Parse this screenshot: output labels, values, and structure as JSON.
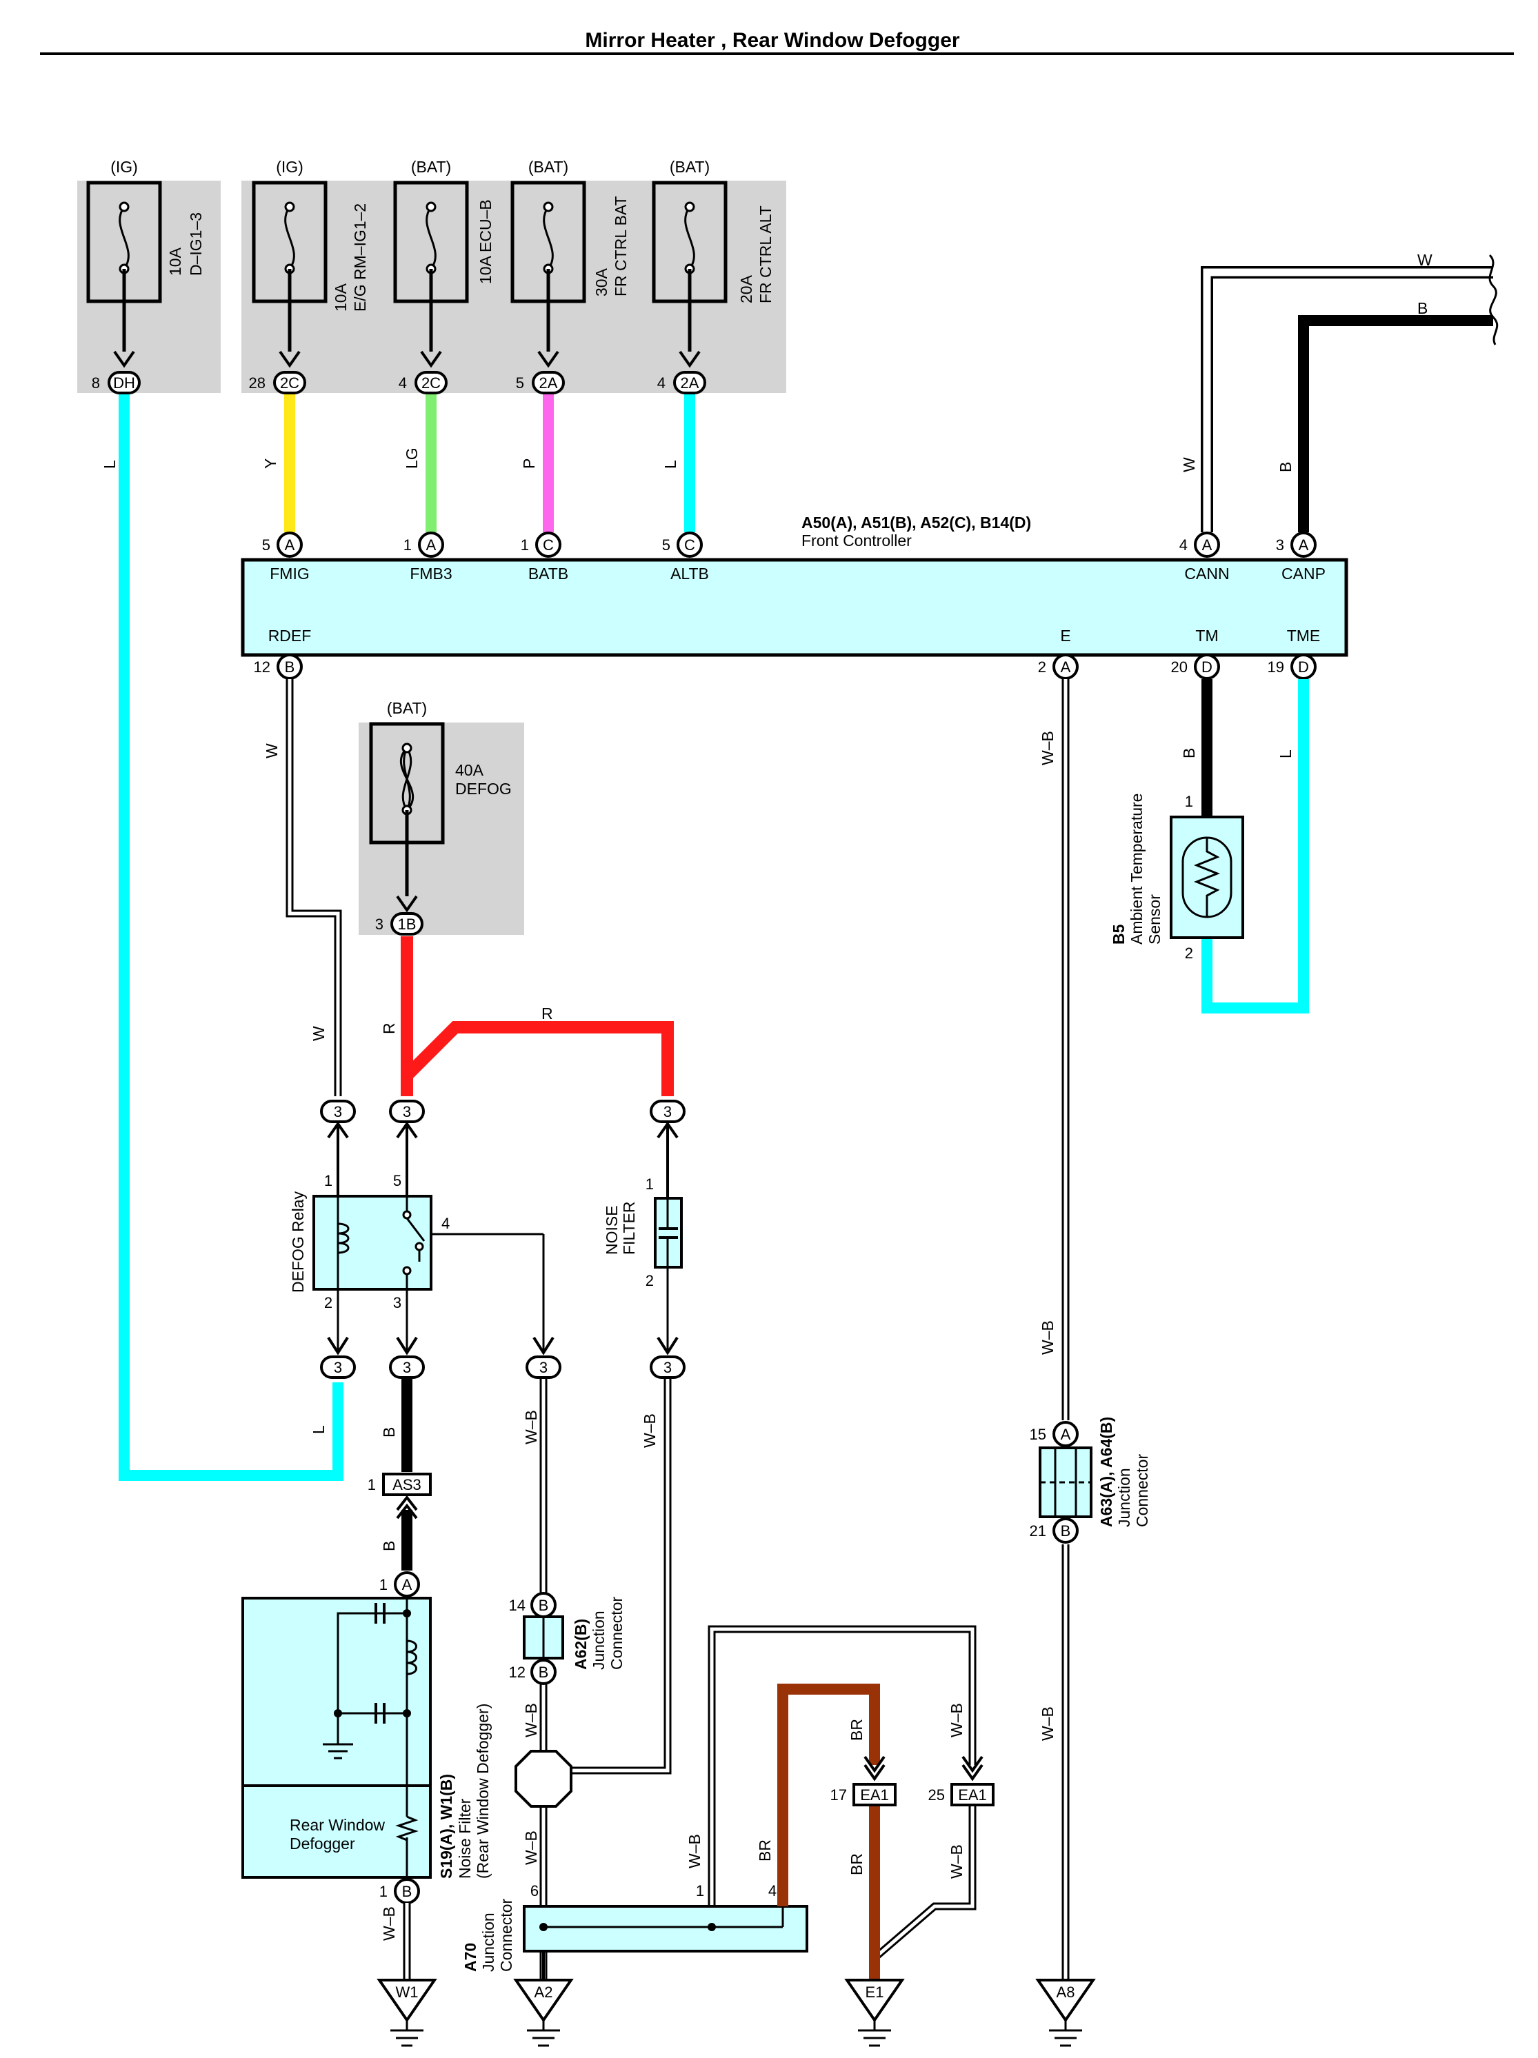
{
  "title": "Mirror Heater , Rear Window Defogger",
  "fuses": [
    {
      "source": "(IG)",
      "amp": "10A",
      "name": "D–IG1–3",
      "term_pin": "8",
      "term_id": "DH",
      "wire": "L"
    },
    {
      "source": "(IG)",
      "amp": "10A",
      "name": "E/G RM–IG1–2",
      "term_pin": "28",
      "term_id": "2C",
      "wire": "Y"
    },
    {
      "source": "(BAT)",
      "amp": "10A",
      "name": "ECU–B",
      "term_pin": "4",
      "term_id": "2C",
      "wire": "LG"
    },
    {
      "source": "(BAT)",
      "amp": "30A",
      "name": "FR CTRL BAT",
      "term_pin": "5",
      "term_id": "2A",
      "wire": "P"
    },
    {
      "source": "(BAT)",
      "amp": "20A",
      "name": "FR CTRL ALT",
      "term_pin": "4",
      "term_id": "2A",
      "wire": "L"
    }
  ],
  "defog_fuse": {
    "source": "(BAT)",
    "amp": "40A",
    "name": "DEFOG",
    "term_pin": "3",
    "term_id": "1B"
  },
  "front_controller": {
    "code": "A50(A), A51(B), A52(C), B14(D)",
    "name": "Front Controller",
    "top_pins": [
      {
        "pin": "5",
        "conn": "A",
        "label": "FMIG"
      },
      {
        "pin": "1",
        "conn": "A",
        "label": "FMB3"
      },
      {
        "pin": "1",
        "conn": "C",
        "label": "BATB"
      },
      {
        "pin": "5",
        "conn": "C",
        "label": "ALTB"
      },
      {
        "pin": "4",
        "conn": "A",
        "label": "CANN"
      },
      {
        "pin": "3",
        "conn": "A",
        "label": "CANP"
      }
    ],
    "bottom_pins": [
      {
        "pin": "12",
        "conn": "B",
        "label": "RDEF"
      },
      {
        "pin": "2",
        "conn": "A",
        "label": "E"
      },
      {
        "pin": "20",
        "conn": "D",
        "label": "TM"
      },
      {
        "pin": "19",
        "conn": "D",
        "label": "TME"
      }
    ]
  },
  "wires": {
    "w": "W",
    "b": "B",
    "r": "R",
    "wb": "W–B",
    "br": "BR",
    "l": "L"
  },
  "sensor": {
    "code": "B5",
    "name1": "Ambient Temperature",
    "name2": "Sensor",
    "pin1": "1",
    "pin2": "2"
  },
  "relay": {
    "name": "DEFOG Relay",
    "p1": "1",
    "p2": "2",
    "p3": "3",
    "p4": "4",
    "p5": "5"
  },
  "noise_filter": {
    "name1": "NOISE",
    "name2": "FILTER",
    "p1": "1",
    "p2": "2"
  },
  "connector_pin": "3",
  "as3": {
    "pin": "1",
    "id": "AS3"
  },
  "defogger": {
    "code": "S19(A), W1(B)",
    "name1": "Noise Filter",
    "name2": "(Rear Window Defogger)",
    "label1": "Rear Window",
    "label2": "Defogger",
    "pinA": "1",
    "connA": "A",
    "pinB": "1",
    "connB": "B"
  },
  "jc_a62": {
    "code": "A62(B)",
    "name1": "Junction",
    "name2": "Connector",
    "pin_top": "14",
    "pin_bot": "12",
    "conn": "B"
  },
  "jc_a63": {
    "code": "A63(A), A64(B)",
    "name1": "Junction",
    "name2": "Connector",
    "pin_top": "15",
    "conn_top": "A",
    "pin_bot": "21",
    "conn_bot": "B"
  },
  "jc_a70": {
    "code": "A70",
    "name1": "Junction",
    "name2": "Connector",
    "p6": "6",
    "p1": "1",
    "p4": "4"
  },
  "ea1": [
    {
      "pin": "17",
      "id": "EA1"
    },
    {
      "pin": "25",
      "id": "EA1"
    }
  ],
  "grounds": [
    "W1",
    "A2",
    "E1",
    "A8"
  ],
  "colors": {
    "L": "#00ffff",
    "Y": "#ffe81a",
    "LG": "#80ee70",
    "P": "#ff66ee",
    "R": "#ff1a1a",
    "B": "#000000",
    "BR": "#9a3208",
    "box": "#ccffff",
    "shade": "#d4d4d4"
  }
}
